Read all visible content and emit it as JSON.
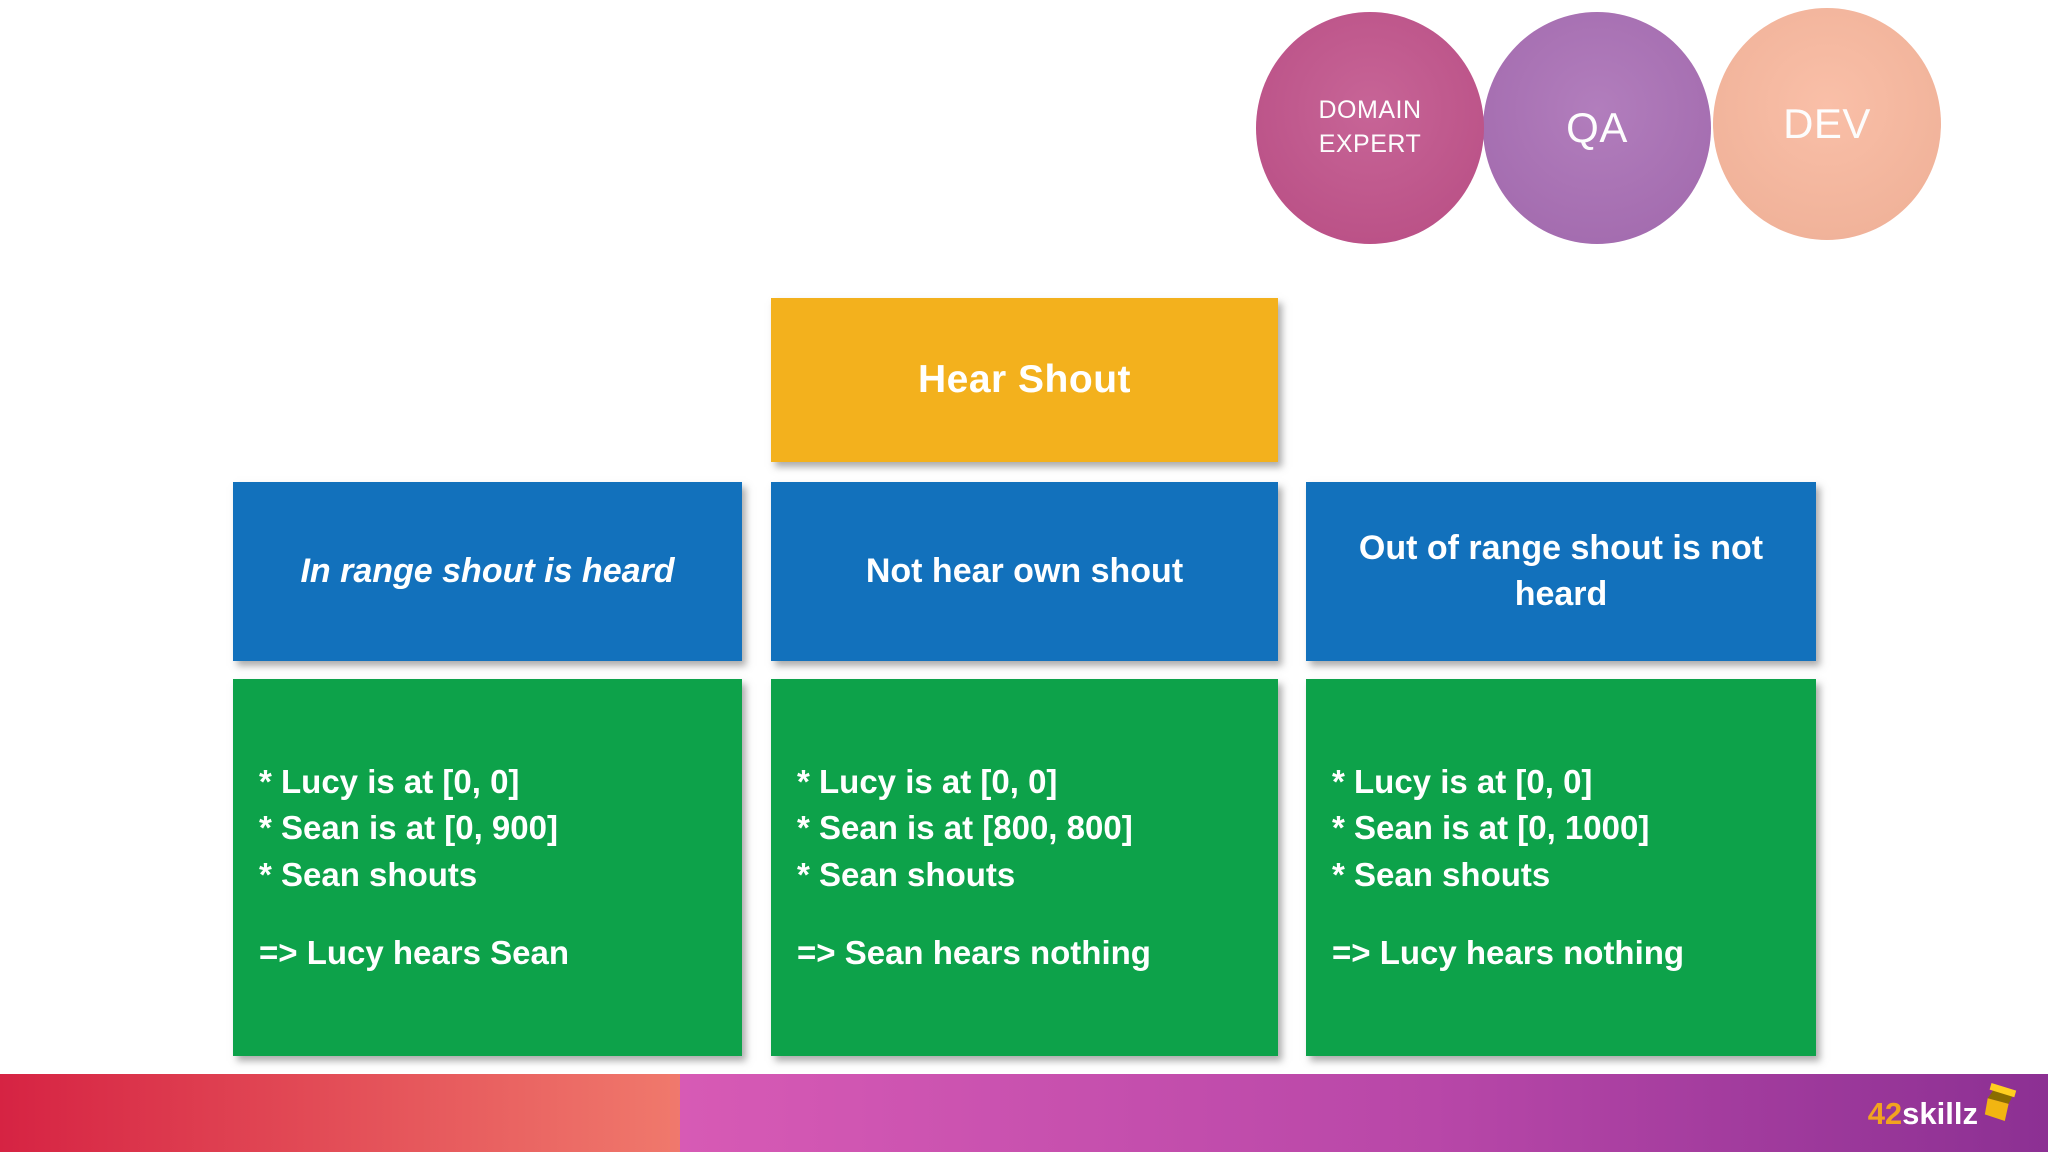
{
  "team_circles": [
    {
      "label": "DOMAIN\nEXPERT",
      "color": "#c1538b"
    },
    {
      "label": "QA",
      "color": "#a96fb5"
    },
    {
      "label": "DEV",
      "color": "#f9b89e"
    }
  ],
  "feature": {
    "title": "Hear Shout"
  },
  "scenarios": [
    {
      "header": "In range shout is heard",
      "steps": [
        "* Lucy is at [0, 0]",
        "* Sean is at [0, 900]",
        "* Sean shouts"
      ],
      "result": "=> Lucy hears Sean"
    },
    {
      "header": "Not hear own shout",
      "steps": [
        "* Lucy is at [0, 0]",
        "* Sean is at [800, 800]",
        "* Sean shouts"
      ],
      "result": "=> Sean hears nothing"
    },
    {
      "header": "Out of range shout is not heard",
      "steps": [
        "* Lucy is at [0, 0]",
        "* Sean is at [0, 1000]",
        "* Sean shouts"
      ],
      "result": "=> Lucy hears nothing"
    }
  ],
  "footer": {
    "logo_prefix": "42",
    "logo_suffix": "skillz"
  },
  "colors": {
    "feature_yellow": "#f3b11d",
    "header_blue": "#1271bc",
    "body_green": "#0da24a",
    "bar_left": [
      "#d62343",
      "#f0796c"
    ],
    "bar_right": [
      "#d75ab5 0%",
      "#b847a8 55%",
      "#8c3093 100%"
    ],
    "logo_accent": "#f2a31f"
  }
}
